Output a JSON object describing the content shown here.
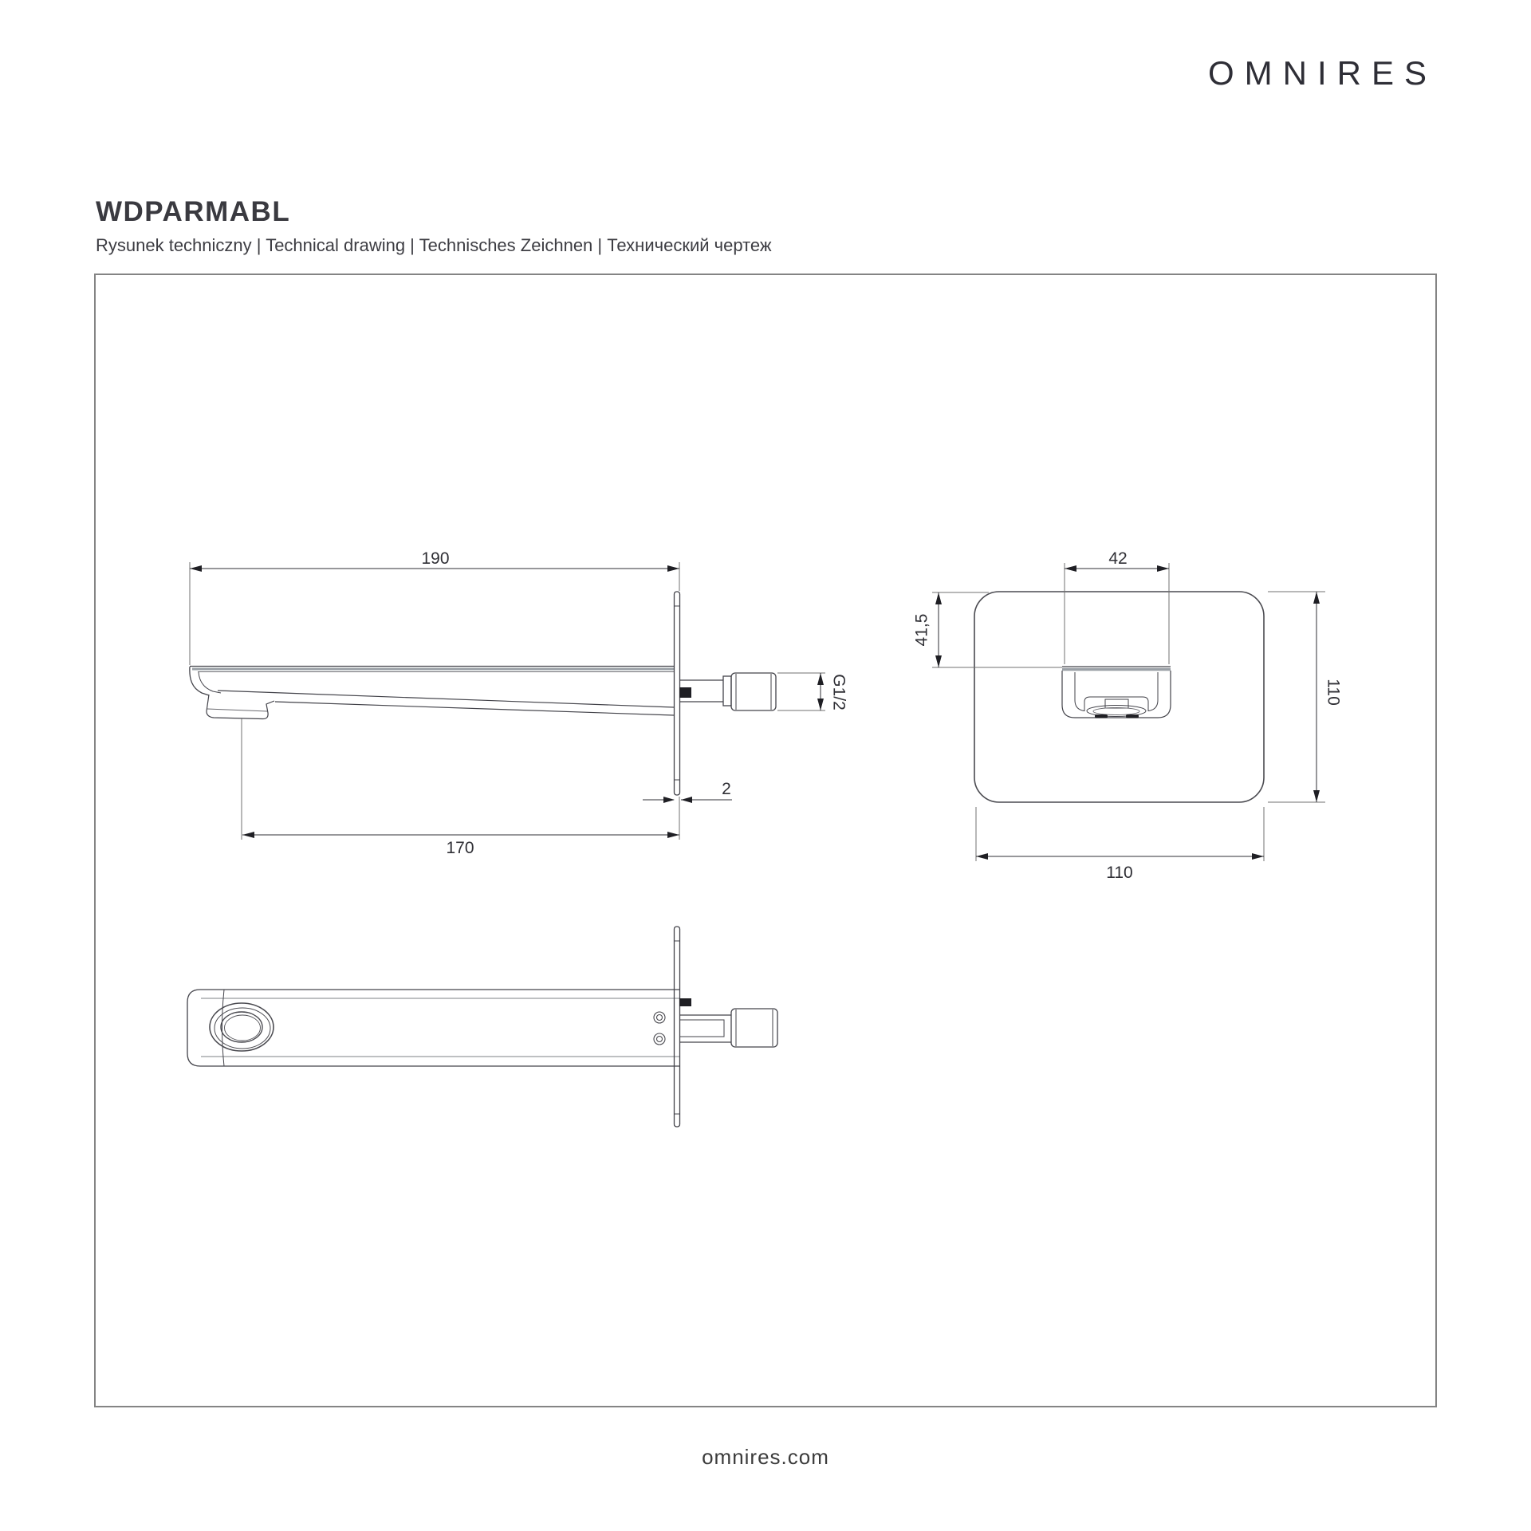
{
  "header": {
    "logo": "OMNIRES"
  },
  "title": {
    "code": "WDPARMABL",
    "subtitle": "Rysunek techniczny | Technical drawing | Technisches Zeichnen | Технический чертеж"
  },
  "dims": {
    "total_length": "190",
    "spout_length": "170",
    "plate_thickness": "2",
    "thread": "G1/2",
    "cutout_width": "42",
    "top_offset": "41,5",
    "plate_height": "110",
    "plate_width": "110"
  },
  "footer": {
    "website": "omnires.com"
  }
}
